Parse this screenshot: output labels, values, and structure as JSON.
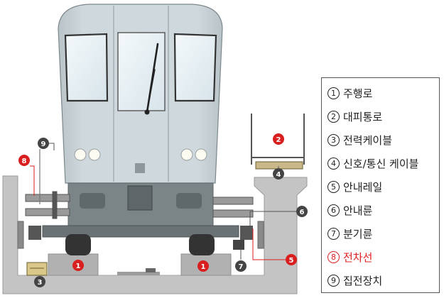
{
  "markers": [
    {
      "id": "1a",
      "label": "1",
      "color": "#d81e1e"
    },
    {
      "id": "1b",
      "label": "1",
      "color": "#d81e1e"
    },
    {
      "id": "2",
      "label": "2",
      "color": "#d81e1e"
    },
    {
      "id": "3",
      "label": "3",
      "color": "#444444"
    },
    {
      "id": "4",
      "label": "4",
      "color": "#444444"
    },
    {
      "id": "5",
      "label": "5",
      "color": "#d81e1e"
    },
    {
      "id": "6",
      "label": "6",
      "color": "#444444"
    },
    {
      "id": "7",
      "label": "7",
      "color": "#444444"
    },
    {
      "id": "8",
      "label": "8",
      "color": "#d81e1e"
    },
    {
      "id": "9",
      "label": "9",
      "color": "#444444"
    }
  ],
  "legend": {
    "items": [
      {
        "num": "1",
        "label": "주행로",
        "highlight": false
      },
      {
        "num": "2",
        "label": "대피통로",
        "highlight": false
      },
      {
        "num": "3",
        "label": "전력케이블",
        "highlight": false
      },
      {
        "num": "4",
        "label": "신호/통신 케이블",
        "highlight": false
      },
      {
        "num": "5",
        "label": "안내레일",
        "highlight": false
      },
      {
        "num": "6",
        "label": "안내륜",
        "highlight": false
      },
      {
        "num": "7",
        "label": "분기륜",
        "highlight": false
      },
      {
        "num": "8",
        "label": "전차선",
        "highlight": true
      },
      {
        "num": "9",
        "label": "집전장치",
        "highlight": false
      }
    ]
  },
  "colors": {
    "train_body": "#c8d2d6",
    "track": "#c4c4c4",
    "highlight": "#e02020"
  }
}
